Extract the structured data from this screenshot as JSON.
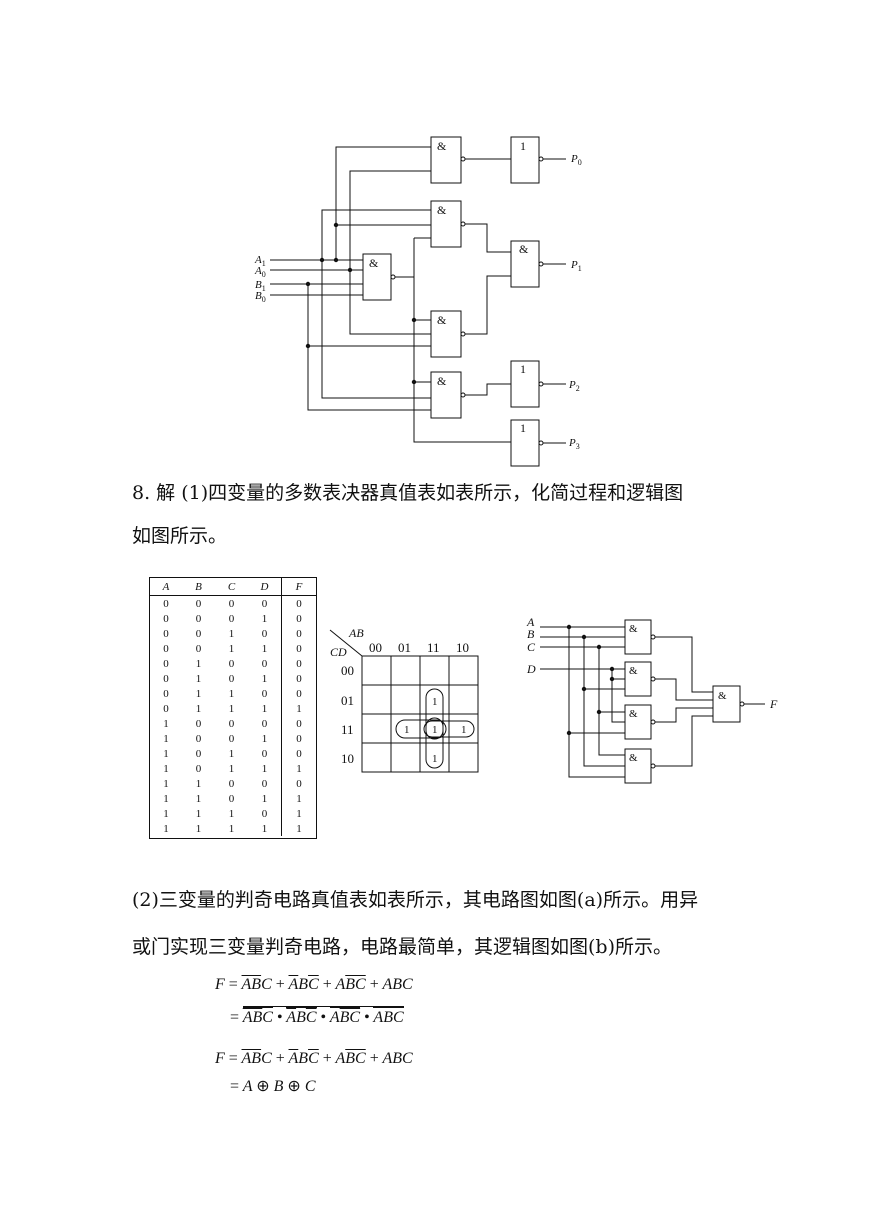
{
  "circuit1": {
    "inputs": [
      "A1",
      "A0",
      "B1",
      "B0"
    ],
    "and_symbol": "&",
    "not_symbol": "1",
    "outputs": [
      "P0",
      "P1",
      "P2",
      "P3"
    ]
  },
  "section8": {
    "line1": "8. 解  (1)四变量的多数表决器真值表如表所示，化简过程和逻辑图",
    "line2": "如图所示。"
  },
  "truth_table": {
    "headers": [
      "A",
      "B",
      "C",
      "D",
      "F"
    ],
    "rows": [
      [
        "0",
        "0",
        "0",
        "0",
        "0"
      ],
      [
        "0",
        "0",
        "0",
        "1",
        "0"
      ],
      [
        "0",
        "0",
        "1",
        "0",
        "0"
      ],
      [
        "0",
        "0",
        "1",
        "1",
        "0"
      ],
      [
        "0",
        "1",
        "0",
        "0",
        "0"
      ],
      [
        "0",
        "1",
        "0",
        "1",
        "0"
      ],
      [
        "0",
        "1",
        "1",
        "0",
        "0"
      ],
      [
        "0",
        "1",
        "1",
        "1",
        "1"
      ],
      [
        "1",
        "0",
        "0",
        "0",
        "0"
      ],
      [
        "1",
        "0",
        "0",
        "1",
        "0"
      ],
      [
        "1",
        "0",
        "1",
        "0",
        "0"
      ],
      [
        "1",
        "0",
        "1",
        "1",
        "1"
      ],
      [
        "1",
        "1",
        "0",
        "0",
        "0"
      ],
      [
        "1",
        "1",
        "0",
        "1",
        "1"
      ],
      [
        "1",
        "1",
        "1",
        "0",
        "1"
      ],
      [
        "1",
        "1",
        "1",
        "1",
        "1"
      ]
    ]
  },
  "kmap": {
    "row_var": "CD",
    "col_var": "AB",
    "col_labels": [
      "00",
      "01",
      "11",
      "10"
    ],
    "row_labels": [
      "00",
      "01",
      "11",
      "10"
    ],
    "ones": [
      "1",
      "1",
      "1",
      "1",
      "1"
    ]
  },
  "circuit2": {
    "inputs": [
      "A",
      "B",
      "C",
      "D"
    ],
    "and_symbol": "&",
    "output": "F"
  },
  "section2": {
    "line1": "(2)三变量的判奇电路真值表如表所示，其电路图如图(a)所示。用异",
    "line2": "或门实现三变量判奇电路，电路最简单，其逻辑图如图(b)所示。"
  },
  "formulas": {
    "f": "F",
    "eq": "=",
    "plus": "+",
    "dot": "•",
    "xor": "⊕"
  }
}
